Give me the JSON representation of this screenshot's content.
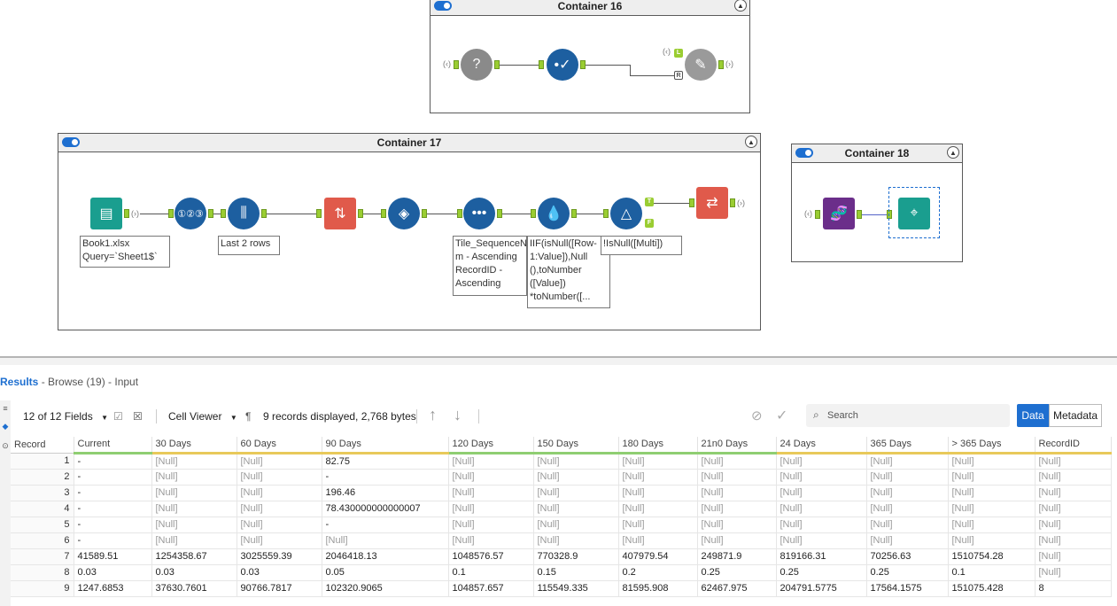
{
  "containers": {
    "c16": {
      "title": "Container 16"
    },
    "c17": {
      "title": "Container 17"
    },
    "c18": {
      "title": "Container 18"
    }
  },
  "tools": {
    "input": {
      "icon": "book-icon",
      "color": "#1a9e8f"
    },
    "sample": {
      "icon": "numbered-list-icon",
      "color": "#1d5fa0"
    },
    "select_rows": {
      "icon": "test-tubes-icon",
      "color": "#1d5fa0"
    },
    "sort": {
      "icon": "sort-icon",
      "color": "#e05a4b"
    },
    "tile": {
      "icon": "diamond-grid-icon",
      "color": "#1d5fa0"
    },
    "multirow": {
      "icon": "dots-icon",
      "color": "#1d5fa0"
    },
    "formula": {
      "icon": "formula-drop-icon",
      "color": "#1d5fa0"
    },
    "filter": {
      "icon": "filter-triangle-icon",
      "color": "#1d5fa0"
    },
    "crosstab": {
      "icon": "crosstab-icon",
      "color": "#e05a4b"
    },
    "dynamic_input": {
      "icon": "question-icon",
      "color": "#888888"
    },
    "flow_check": {
      "icon": "check-flow-icon",
      "color": "#1d5fa0"
    },
    "edit": {
      "icon": "pencil-gear-icon",
      "color": "#999999"
    },
    "dna": {
      "icon": "dna-icon",
      "color": "#6b2e8a"
    },
    "browse": {
      "icon": "binoculars-icon",
      "color": "#1a9e8f"
    }
  },
  "annotations": {
    "input": "Book1.xlsx\nQuery=`Sheet1$`",
    "sample": "Last 2 rows",
    "sort": "Tile_SequenceN\nm - Ascending\nRecordID -\nAscending",
    "formula": "IIF(isNull([Row-\n1:Value]),Null\n(),toNumber\n([Value])\n*toNumber([...",
    "filter": "!IsNull([Multi])"
  },
  "anchors": {
    "true": "T",
    "false": "F",
    "left": "L",
    "right": "R"
  },
  "results": {
    "title_bold": "Results",
    "title_rest": " - Browse (19) - Input",
    "fields_label": "12 of 12 Fields",
    "viewer_label": "Cell Viewer",
    "pilcrow": "¶",
    "records_info": "9 records displayed, 2,768 bytes",
    "search_placeholder": "Search",
    "tab_data": "Data",
    "tab_metadata": "Metadata",
    "columns": [
      "Record",
      "Current",
      "30 Days",
      "60 Days",
      "90 Days",
      "120 Days",
      "150 Days",
      "180 Days",
      "21n0 Days",
      "24 Days",
      "365 Days",
      "> 365 Days",
      "RecordID"
    ],
    "rows": [
      [
        "1",
        "-",
        "[Null]",
        "[Null]",
        "82.75",
        "[Null]",
        "[Null]",
        "[Null]",
        "[Null]",
        "[Null]",
        "[Null]",
        "[Null]",
        "[Null]"
      ],
      [
        "2",
        "-",
        "[Null]",
        "[Null]",
        "-",
        "[Null]",
        "[Null]",
        "[Null]",
        "[Null]",
        "[Null]",
        "[Null]",
        "[Null]",
        "[Null]"
      ],
      [
        "3",
        "-",
        "[Null]",
        "[Null]",
        "196.46",
        "[Null]",
        "[Null]",
        "[Null]",
        "[Null]",
        "[Null]",
        "[Null]",
        "[Null]",
        "[Null]"
      ],
      [
        "4",
        "-",
        "[Null]",
        "[Null]",
        "78.430000000000007",
        "[Null]",
        "[Null]",
        "[Null]",
        "[Null]",
        "[Null]",
        "[Null]",
        "[Null]",
        "[Null]"
      ],
      [
        "5",
        "-",
        "[Null]",
        "[Null]",
        "-",
        "[Null]",
        "[Null]",
        "[Null]",
        "[Null]",
        "[Null]",
        "[Null]",
        "[Null]",
        "[Null]"
      ],
      [
        "6",
        "-",
        "[Null]",
        "[Null]",
        "[Null]",
        "[Null]",
        "[Null]",
        "[Null]",
        "[Null]",
        "[Null]",
        "[Null]",
        "[Null]",
        "[Null]"
      ],
      [
        "7",
        "41589.51",
        "1254358.67",
        "3025559.39",
        "2046418.13",
        "1048576.57",
        "770328.9",
        "407979.54",
        "249871.9",
        "819166.31",
        "70256.63",
        "1510754.28",
        "[Null]"
      ],
      [
        "8",
        "0.03",
        "0.03",
        "0.03",
        "0.05",
        "0.1",
        "0.15",
        "0.2",
        "0.25",
        "0.25",
        "0.25",
        "0.1",
        "[Null]"
      ],
      [
        "9",
        "1247.6853",
        "37630.7601",
        "90766.7817",
        "102320.9065",
        "104857.657",
        "115549.335",
        "81595.908",
        "62467.975",
        "204791.5775",
        "17564.1575",
        "151075.428",
        "8"
      ]
    ]
  }
}
